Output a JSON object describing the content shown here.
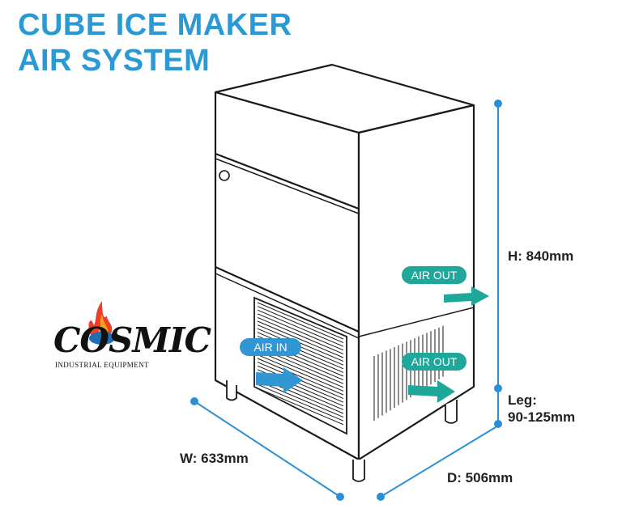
{
  "title": {
    "line1": "CUBE ICE MAKER",
    "line2": "AIR SYSTEM"
  },
  "dimensions": {
    "height": "H: 840mm",
    "leg_line1": "Leg:",
    "leg_line2": "90-125mm",
    "width": "W: 633mm",
    "depth": "D: 506mm"
  },
  "airflow": {
    "air_in": "AIR IN",
    "air_out_upper": "AIR OUT",
    "air_out_lower": "AIR OUT"
  },
  "logo": {
    "wordmark": "COSMIC",
    "subtitle": "INDUSTRIAL EQUIPMENT"
  },
  "colors": {
    "title": "#2a9ad6",
    "air_in": "#3196d4",
    "air_out": "#1fa89a",
    "dimension_line": "#2a8fd6",
    "outline": "#1a1a1a"
  }
}
